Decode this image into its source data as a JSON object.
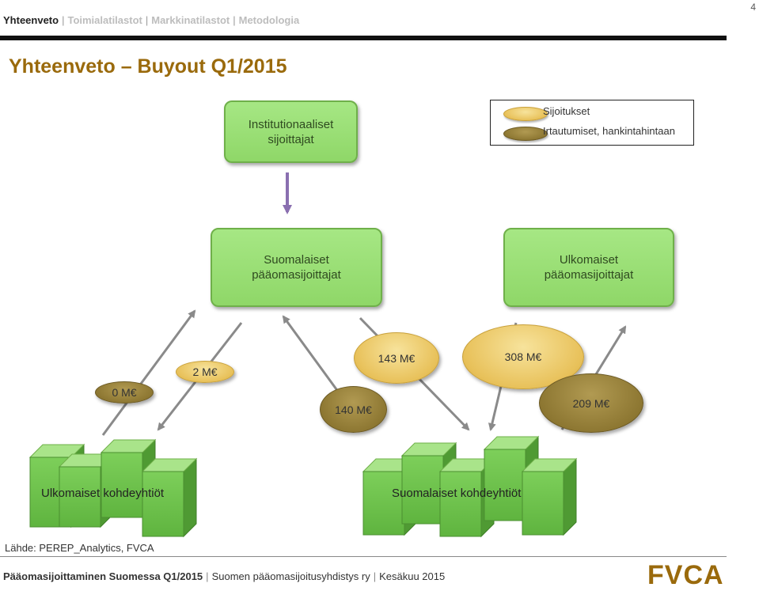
{
  "page_number": "4",
  "topnav": {
    "items": [
      "Yhteenveto",
      "Toimialatilastot",
      "Markkinatilastot",
      "Metodologia"
    ],
    "separator": "|"
  },
  "title": "Yhteenveto – Buyout Q1/2015",
  "legend": {
    "investments": "Sijoitukset",
    "exits": "Irtautumiset, hankintahintaan"
  },
  "boxes": {
    "institutional_line1": "Institutionaaliset",
    "institutional_line2": "sijoittajat",
    "finnish_pe_line1": "Suomalaiset",
    "finnish_pe_line2": "pääomasijoittajat",
    "foreign_pe_line1": "Ulkomaiset",
    "foreign_pe_line2": "pääomasijoittajat"
  },
  "flows": {
    "foreign_companies_exit": "0 M€",
    "foreign_companies_invest": "2 M€",
    "finnish_pe_exit": "140 M€",
    "finnish_pe_invest": "143 M€",
    "foreign_pe_invest": "308 M€",
    "foreign_pe_exit": "209 M€"
  },
  "targets": {
    "foreign_companies": "Ulkomaiset kohdeyhtiöt",
    "finnish_companies": "Suomalaiset kohdeyhtiöt"
  },
  "source": "Lähde: PEREP_Analytics, FVCA",
  "footer": {
    "bold": "Pääomasijoittaminen Suomessa Q1/2015",
    "org": "Suomen pääomasijoitusyhdistys ry",
    "date": "Kesäkuu 2015",
    "separator": "|"
  },
  "logo_text": "FVCA",
  "colors": {
    "title": "#9a6a0c",
    "box_green": "#9ade76",
    "investment_bubble": "#e8c15a",
    "exit_bubble": "#8b7530",
    "arrow_purple": "#8a6fb0",
    "arrow_grey": "#8a8a8a"
  }
}
